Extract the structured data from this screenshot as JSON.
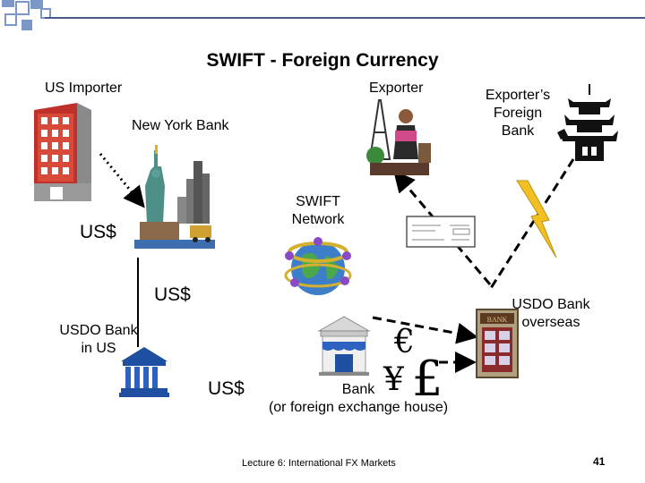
{
  "slide": {
    "title": "SWIFT - Foreign Currency",
    "labels": {
      "us_importer": "US Importer",
      "exporter": "Exporter",
      "exporters_foreign_bank": "Exporter’s\nForeign\nBank",
      "new_york_bank": "New York Bank",
      "swift_network": "SWIFT\nNetwork",
      "us_dollar_1": "US$",
      "us_dollar_2": "US$",
      "us_dollar_3": "US$",
      "usdo_bank_us": "USDO Bank\nin US",
      "usdo_bank_overseas": "USDO Bank\noverseas",
      "bank_fx_house": "Bank\n(or foreign exchange house)"
    },
    "currency_symbols": {
      "euro": "€",
      "yen": "¥",
      "pound": "£"
    },
    "footer": "Lecture 6: International FX Markets",
    "page_number": "41"
  },
  "icons": [
    "office-building-icon",
    "statue-of-liberty-icon",
    "tourist-exporter-icon",
    "pagoda-icon",
    "globe-network-icon",
    "check-document-icon",
    "lightning-icon",
    "bank-building-icon",
    "bank-awning-icon",
    "bank-door-icon"
  ]
}
